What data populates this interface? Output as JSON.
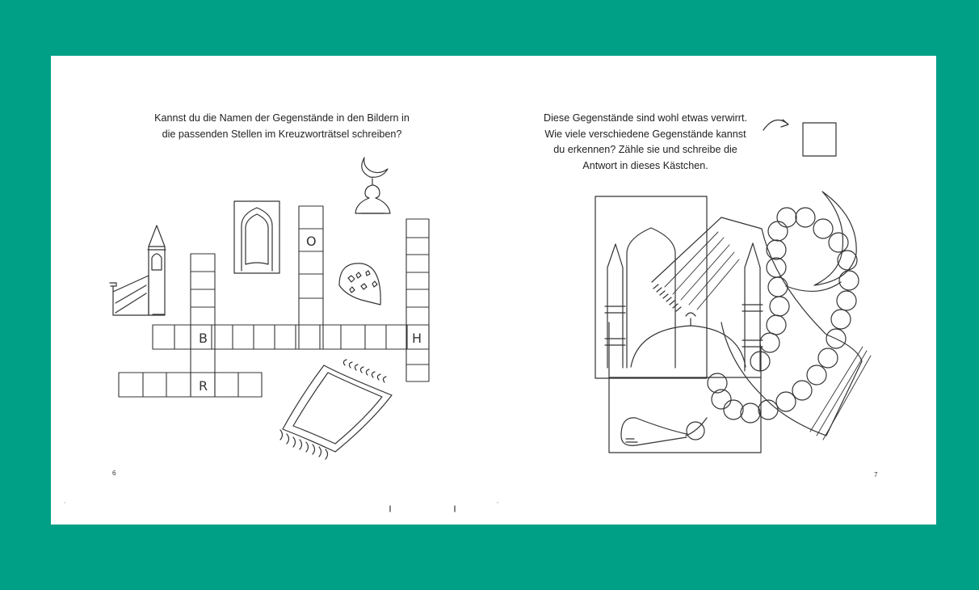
{
  "left_page": {
    "instruction_line1": "Kannst du die Namen der Gegenstände in den Bildern in",
    "instruction_line2": "die passenden Stellen im Kreuzworträtsel schreiben?",
    "page_number": "6",
    "crossword_letters": {
      "o": "O",
      "b": "B",
      "h": "H",
      "r": "R"
    }
  },
  "right_page": {
    "instruction_line1": "Diese Gegenstände sind wohl etwas verwirrt.",
    "instruction_line2": "Wie viele verschiedene Gegenstände kannst",
    "instruction_line3": "du erkennen? Zähle sie und schreibe die",
    "instruction_line4": "Antwort in dieses Kästchen.",
    "page_number": "7"
  },
  "colors": {
    "background": "#00a087",
    "page": "#ffffff",
    "ink": "#333333"
  }
}
